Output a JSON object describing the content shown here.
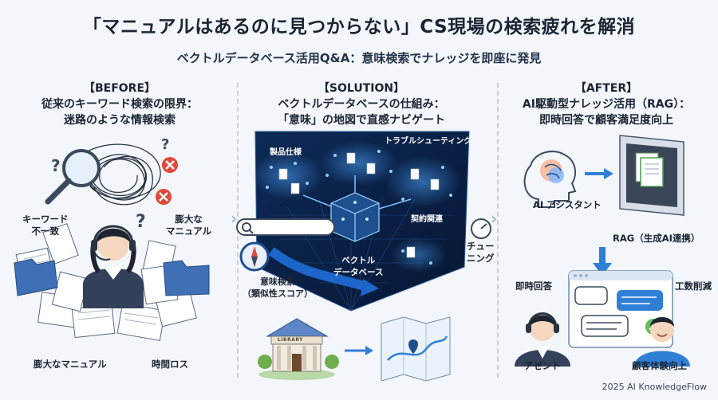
{
  "header": {
    "title": "「マニュアルはあるのに見つからない」CS現場の検索疲れを解消",
    "subtitle": "ベクトルデータベース活用Q&A：意味検索でナレッジを即座に発見"
  },
  "before": {
    "tag": "【BEFORE】",
    "heading_line1": "従来のキーワード検索の限界：",
    "heading_line2": "迷路のような情報検索",
    "label_keyword_mismatch_1": "キーワード",
    "label_keyword_mismatch_2": "不一致",
    "label_huge_manual_1": "膨大な",
    "label_huge_manual_2": "マニュアル",
    "label_huge_manual_bottom": "膨大なマニュアル",
    "label_time_loss": "時間ロス"
  },
  "solution": {
    "tag": "【SOLUTION】",
    "heading_line1": "ベクトルデータベースの仕組み：",
    "heading_line2": "「意味」の地図で直感ナビゲート",
    "cluster_product_spec": "製品仕様",
    "cluster_troubleshooting": "トラブルシューティング",
    "cluster_contract": "契約関連",
    "cube_label_1": "ベクトル",
    "cube_label_2": "データベース",
    "semantic_search_1": "意味検索",
    "semantic_search_2": "（類似性スコア）",
    "tuning_1": "チュー",
    "tuning_2": "ニング",
    "library_sign": "LIBRARY"
  },
  "after": {
    "tag": "【AFTER】",
    "heading_line1": "AI駆動型ナレッジ活用（RAG）：",
    "heading_line2": "即時回答で顧客満足度向上",
    "ai_assistant": "AI アシスタント",
    "rag_label": "RAG（生成AI連携）",
    "instant_answer": "即時回答",
    "work_reduction": "工数削減",
    "agent": "アゼント",
    "cx_improvement": "顧客体験向上"
  },
  "footer": {
    "copyright": "2025 AI KnowledgeFlow"
  },
  "colors": {
    "accent_blue": "#2f7fd6",
    "dark_navy": "#0f2447",
    "error_red": "#e04a3c",
    "success_green": "#5fbf5a"
  }
}
